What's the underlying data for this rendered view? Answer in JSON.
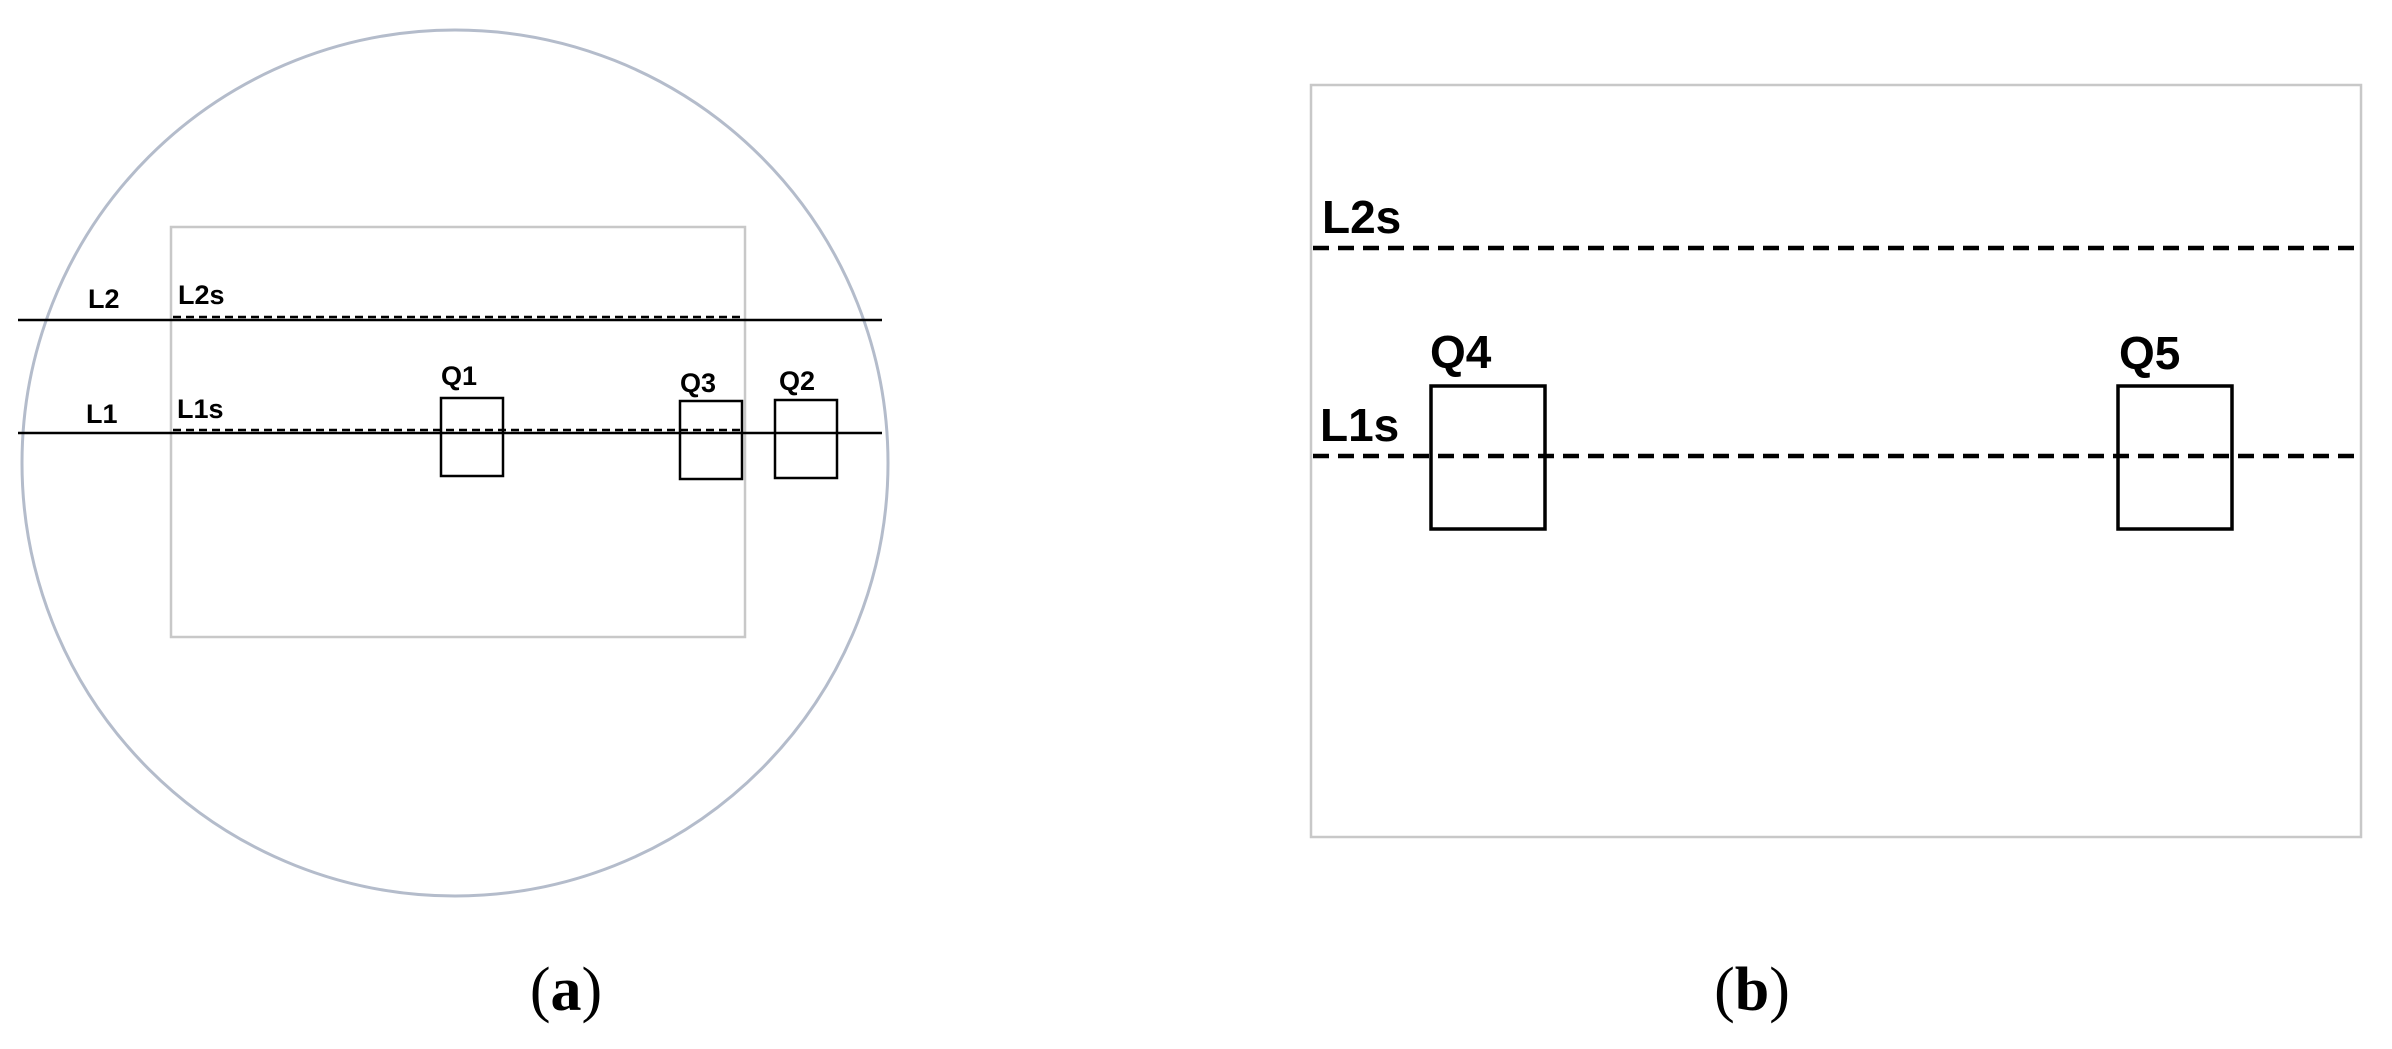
{
  "colors": {
    "circle": "#b4bccb",
    "frame": "#c8c8c8",
    "line": "#000000",
    "text": "#000000"
  },
  "panel_a": {
    "caption_letter": "a",
    "lines": {
      "l2": "L2",
      "l1": "L1",
      "l2s": "L2s",
      "l1s": "L1s"
    },
    "boxes": {
      "q1": "Q1",
      "q3": "Q3",
      "q2": "Q2"
    }
  },
  "panel_b": {
    "caption_letter": "b",
    "lines": {
      "l2s": "L2s",
      "l1s": "L1s"
    },
    "boxes": {
      "q4": "Q4",
      "q5": "Q5"
    }
  }
}
